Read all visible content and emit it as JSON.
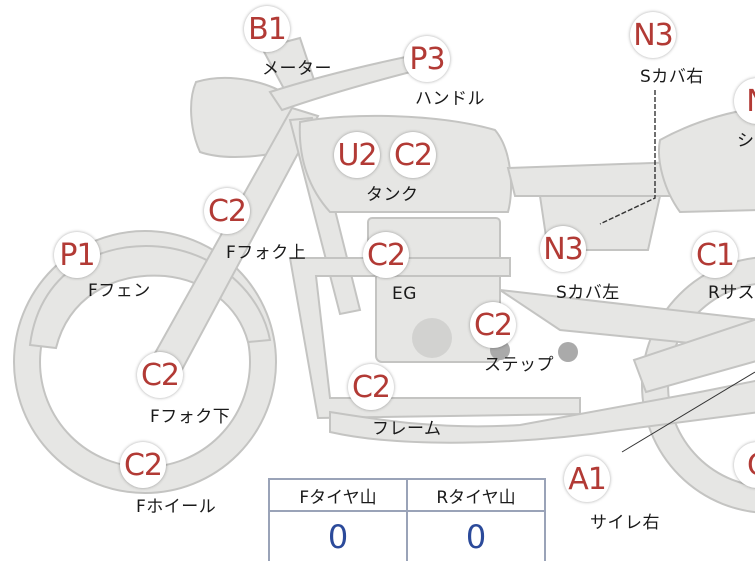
{
  "parts": [
    {
      "id": "meter",
      "code": "B1",
      "label": "メーター"
    },
    {
      "id": "handle",
      "code": "P3",
      "label": "ハンドル"
    },
    {
      "id": "s-cover-right",
      "code": "N3",
      "label": "Sカバ右"
    },
    {
      "id": "seat",
      "code": "N",
      "label": "シ"
    },
    {
      "id": "tank",
      "codes": [
        "U2",
        "C2"
      ],
      "label": "タンク"
    },
    {
      "id": "f-fork-upper",
      "code": "C2",
      "label": "Fフォク上"
    },
    {
      "id": "f-fender",
      "code": "P1",
      "label": "Fフェン"
    },
    {
      "id": "engine",
      "code": "C2",
      "label": "EG"
    },
    {
      "id": "s-cover-left",
      "code": "N3",
      "label": "Sカバ左"
    },
    {
      "id": "r-suspension",
      "code": "C1",
      "label": "Rサス"
    },
    {
      "id": "step",
      "code": "C2",
      "label": "ステップ"
    },
    {
      "id": "f-fork-lower",
      "code": "C2",
      "label": "Fフォク下"
    },
    {
      "id": "frame",
      "code": "C2",
      "label": "フレーム"
    },
    {
      "id": "f-wheel",
      "code": "C2",
      "label": "Fホイール"
    },
    {
      "id": "silencer-right",
      "code": "A1",
      "label": "サイレ右"
    },
    {
      "id": "r-wheel",
      "code": "C",
      "label": ""
    }
  ],
  "tire_table": {
    "headers": [
      "Fタイヤ山",
      "Rタイヤ山"
    ],
    "values": [
      "0",
      "0"
    ]
  },
  "colors": {
    "code_text": "#b23a35",
    "value_text": "#2b4a9a",
    "bike_fill": "#e6e6e4",
    "bike_stroke": "#c4c4c2"
  }
}
